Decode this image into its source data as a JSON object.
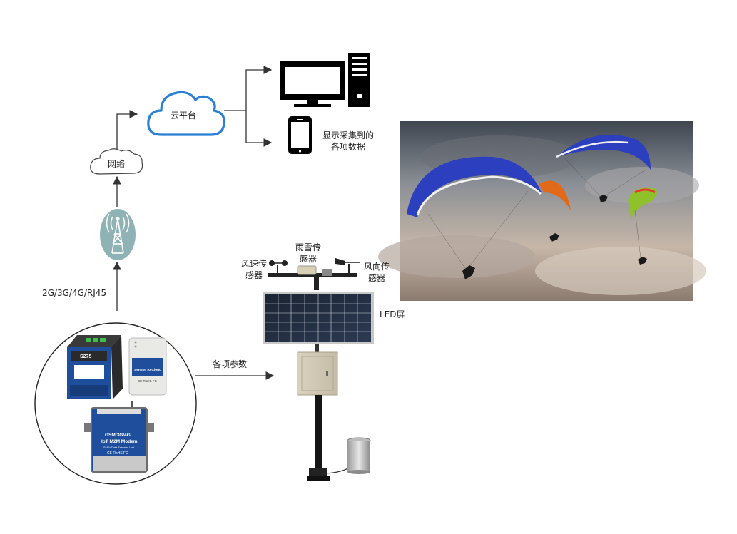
{
  "labels": {
    "cloud": "云平台",
    "network": "网络",
    "display_line1": "显示采集到的",
    "display_line2": "各项数据",
    "comm": "2G/3G/4G/RJ45",
    "params": "各项参数",
    "rain_line1": "雨雪传",
    "rain_line2": "感器",
    "speed_line1": "风速传",
    "speed_line2": "感器",
    "dir_line1": "风向传",
    "dir_line2": "感器",
    "led": "LED屏"
  },
  "devices": {
    "dtu_top": "S275",
    "sensor_to_cloud": "Sensor To Cloud",
    "sensor_marks": "CE RoHS FC",
    "modem_line1": "GSM/3G/4G",
    "modem_line2": "IoT M2M Modem",
    "modem_line3": "SMSoData Transfer Unit",
    "modem_marks": "CE RoHS FC"
  },
  "colors": {
    "cloud_stroke": "#2b7fd6",
    "tower_fill": "#8fb3b5",
    "device_blue": "#1f4f9c",
    "line": "#333333"
  }
}
